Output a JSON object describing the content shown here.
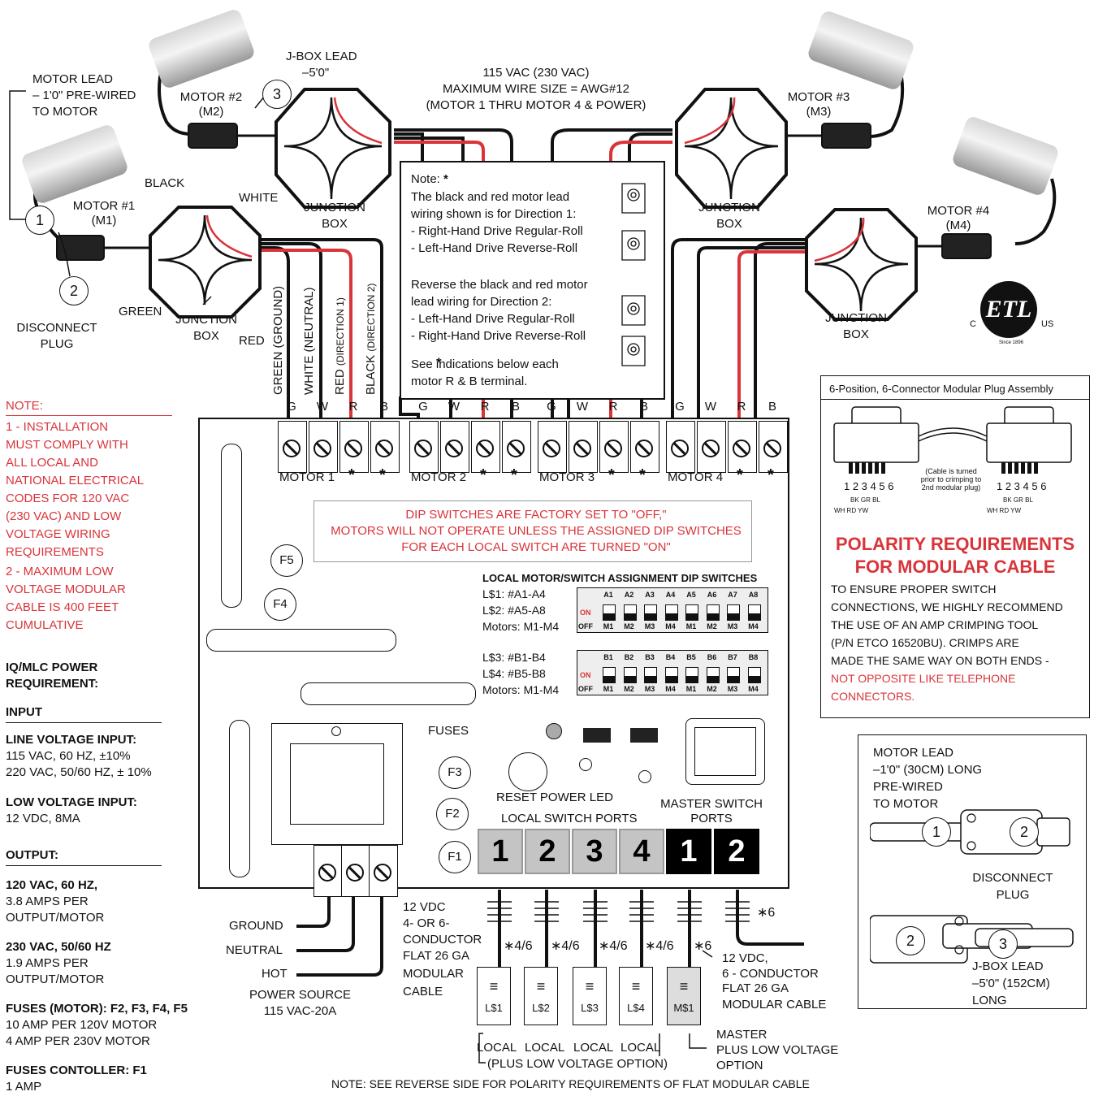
{
  "top": {
    "voltage_line1": "115 VAC (230 VAC)",
    "voltage_line2": "MAXIMUM WIRE SIZE = AWG#12",
    "voltage_line3": "(MOTOR 1 THRU MOTOR 4 & POWER)",
    "jbox_lead_l1": "J-BOX LEAD",
    "jbox_lead_l2": "–5'0\"",
    "motor_lead_l1": "MOTOR LEAD",
    "motor_lead_l2": "– 1'0\" PRE-WIRED",
    "motor_lead_l3": "TO MOTOR",
    "motor2_l1": "MOTOR #2",
    "motor2_l2": "(M2)",
    "motor3_l1": "MOTOR #3",
    "motor3_l2": "(M3)",
    "motor1_l1": "MOTOR #1",
    "motor1_l2": "(M1)",
    "motor4_l1": "MOTOR #4",
    "motor4_l2": "(M4)",
    "black": "BLACK",
    "white": "WHITE",
    "green": "GREEN",
    "red": "RED",
    "junction": "JUNCTION",
    "box": "BOX",
    "disconnect": "DISCONNECT",
    "plug": "PLUG",
    "circle1": "1",
    "circle2": "2",
    "circle3": "3"
  },
  "wire_labels": {
    "green_ground": "GREEN (GROUND)",
    "white_neutral": "WHITE (NEUTRAL)",
    "red_dir1_a": "RED",
    "red_dir1_b": "(DIRECTION 1)",
    "black_dir2_a": "BLACK",
    "black_dir2_b": "(DIRECTION 2)"
  },
  "note_box": {
    "title": "Note:",
    "l1": "The black and red motor lead",
    "l2": "wiring shown is for Direction 1:",
    "l3": "- Right-Hand Drive Regular-Roll",
    "l4": "- Left-Hand Drive Reverse-Roll",
    "l5": "Reverse the black and red motor",
    "l6": "lead wiring for Direction 2:",
    "l7": "- Left-Hand Drive Regular-Roll",
    "l8": "- Right-Hand Drive Reverse-Roll",
    "l9": "See     indications below each",
    "l10": "motor R & B terminal."
  },
  "left_notes": {
    "note_heading": "NOTE:",
    "n1": [
      "1 - INSTALLATION",
      "MUST COMPLY WITH",
      "ALL LOCAL AND",
      "NATIONAL ELECTRICAL",
      "CODES FOR 120 VAC",
      "(230 VAC) AND LOW",
      "VOLTAGE WIRING",
      "REQUIREMENTS"
    ],
    "n2": [
      "2 - MAXIMUM LOW",
      "VOLTAGE MODULAR",
      "CABLE IS 400 FEET",
      "CUMULATIVE"
    ],
    "power_h1": "IQ/MLC POWER",
    "power_h2": "REQUIREMENT:",
    "input": "INPUT",
    "line_voltage": "LINE VOLTAGE INPUT:",
    "lv1": "115 VAC, 60 HZ, ±10%",
    "lv2": "220 VAC, 50/60 HZ, ± 10%",
    "low_voltage": "LOW VOLTAGE INPUT:",
    "low1": "12 VDC, 8MA",
    "output": "OUTPUT:",
    "out120": "120 VAC, 60 HZ,",
    "out120a": "3.8 AMPS PER",
    "out120b": "OUTPUT/MOTOR",
    "out230": "230 VAC, 50/60 HZ",
    "out230a": "1.9 AMPS PER",
    "out230b": "OUTPUT/MOTOR",
    "fuses_motor": "FUSES (MOTOR): F2, F3, F4, F5",
    "fm1": "10 AMP PER 120V MOTOR",
    "fm2": "4 AMP PER 230V MOTOR",
    "fuses_ctl": "FUSES CONTOLLER: F1",
    "fc1": "1 AMP"
  },
  "board": {
    "terminal_letters": [
      "G",
      "W",
      "R",
      "B",
      "G",
      "W",
      "R",
      "B",
      "G",
      "W",
      "R",
      "B",
      "G",
      "W",
      "R",
      "B"
    ],
    "motor_labels": [
      "MOTOR 1",
      "MOTOR 2",
      "MOTOR 3",
      "MOTOR 4"
    ],
    "star": "*",
    "dip_warning_l1": "DIP SWITCHES ARE FACTORY SET TO \"OFF,\"",
    "dip_warning_l2": "MOTORS WILL NOT OPERATE UNLESS THE ASSIGNED DIP SWITCHES",
    "dip_warning_l3": "FOR EACH LOCAL SWITCH ARE TURNED \"ON\"",
    "dip_title": "LOCAL MOTOR/SWITCH ASSIGNMENT DIP SWITCHES",
    "dipA_l1": "L$1: #A1-A4",
    "dipA_l2": "L$2: #A5-A8",
    "dipA_l3": "Motors: M1-M4",
    "dipB_l1": "L$3: #B1-B4",
    "dipB_l2": "L$4: #B5-B8",
    "dipB_l3": "Motors: M1-M4",
    "dipA_top": [
      "A1",
      "A2",
      "A3",
      "A4",
      "A5",
      "A6",
      "A7",
      "A8"
    ],
    "dipB_top": [
      "B1",
      "B2",
      "B3",
      "B4",
      "B5",
      "B6",
      "B7",
      "B8"
    ],
    "dip_bottom": [
      "M1",
      "M2",
      "M3",
      "M4",
      "M1",
      "M2",
      "M3",
      "M4"
    ],
    "on": "ON",
    "off": "OFF",
    "fuses": "FUSES",
    "fuse_labels": [
      "F5",
      "F4",
      "F3",
      "F2",
      "F1"
    ],
    "reset_power_led": "RESET POWER LED",
    "local_switch_ports": "LOCAL SWITCH PORTS",
    "master_switch_ports_l1": "MASTER SWITCH",
    "master_switch_ports_l2": "PORTS",
    "local_ports": [
      "1",
      "2",
      "3",
      "4"
    ],
    "master_ports": [
      "1",
      "2"
    ]
  },
  "bottom": {
    "ground": "GROUND",
    "neutral": "NEUTRAL",
    "hot": "HOT",
    "power_source_l1": "POWER SOURCE",
    "power_source_l2": "115 VAC-20A",
    "cable_l1": "12 VDC",
    "cable_l2": "4- OR 6-",
    "cable_l3": "CONDUCTOR",
    "cable_l4": "FLAT 26 GA",
    "cable_l5": "MODULAR",
    "cable_l6": "CABLE",
    "star46": "∗4/6",
    "star6": "∗6",
    "master_cable_l1": "12 VDC,",
    "master_cable_l2": "6 - CONDUCTOR",
    "master_cable_l3": "FLAT 26 GA",
    "master_cable_l4": "MODULAR CABLE",
    "jack_glyph": "≡",
    "jacks": [
      "L$1",
      "L$2",
      "L$3",
      "L$4",
      "M$1"
    ],
    "local": "LOCAL",
    "plus_low": "(PLUS LOW VOLTAGE OPTION)",
    "master_l1": "MASTER",
    "master_l2": "PLUS LOW VOLTAGE",
    "master_l3": "OPTION",
    "footer": "NOTE: SEE REVERSE SIDE FOR POLARITY REQUIREMENTS OF FLAT MODULAR CABLE"
  },
  "polarity": {
    "header": "6-Position, 6-Connector Modular Plug Assembly",
    "pin_numbers": "1 2 3 4 5 6",
    "pin_colors": "WH  RD  YW",
    "pin_colors2": "BK   GR   BL",
    "cable_note_l1": "(Cable is turned",
    "cable_note_l2": "prior to crimping to",
    "cable_note_l3": "2nd modular plug)",
    "title_l1": "POLARITY REQUIREMENTS",
    "title_l2": "FOR MODULAR CABLE",
    "b1": "TO ENSURE PROPER SWITCH",
    "b2": "CONNECTIONS, WE HIGHLY RECOMMEND",
    "b3": "THE USE OF AN AMP CRIMPING TOOL",
    "b4": "(P/N ETCO 16520BU). CRIMPS ARE",
    "b5": "MADE THE SAME WAY ON BOTH ENDS -",
    "b6": "NOT OPPOSITE LIKE TELEPHONE",
    "b7": "CONNECTORS."
  },
  "etl": {
    "c": "C",
    "us": "US",
    "mark": "ETL",
    "since": "Since 1896"
  },
  "lead_box": {
    "l1": "MOTOR LEAD",
    "l2": "–1'0\" (30CM) LONG",
    "l3": "PRE-WIRED",
    "l4": "TO MOTOR",
    "disconnect": "DISCONNECT",
    "plug": "PLUG",
    "jbox1": "J-BOX LEAD",
    "jbox2": "–5'0\" (152CM)",
    "jbox3": "LONG"
  },
  "colors": {
    "red": "#d9343a",
    "black": "#111111",
    "port_gray": "#c4c4c4"
  }
}
